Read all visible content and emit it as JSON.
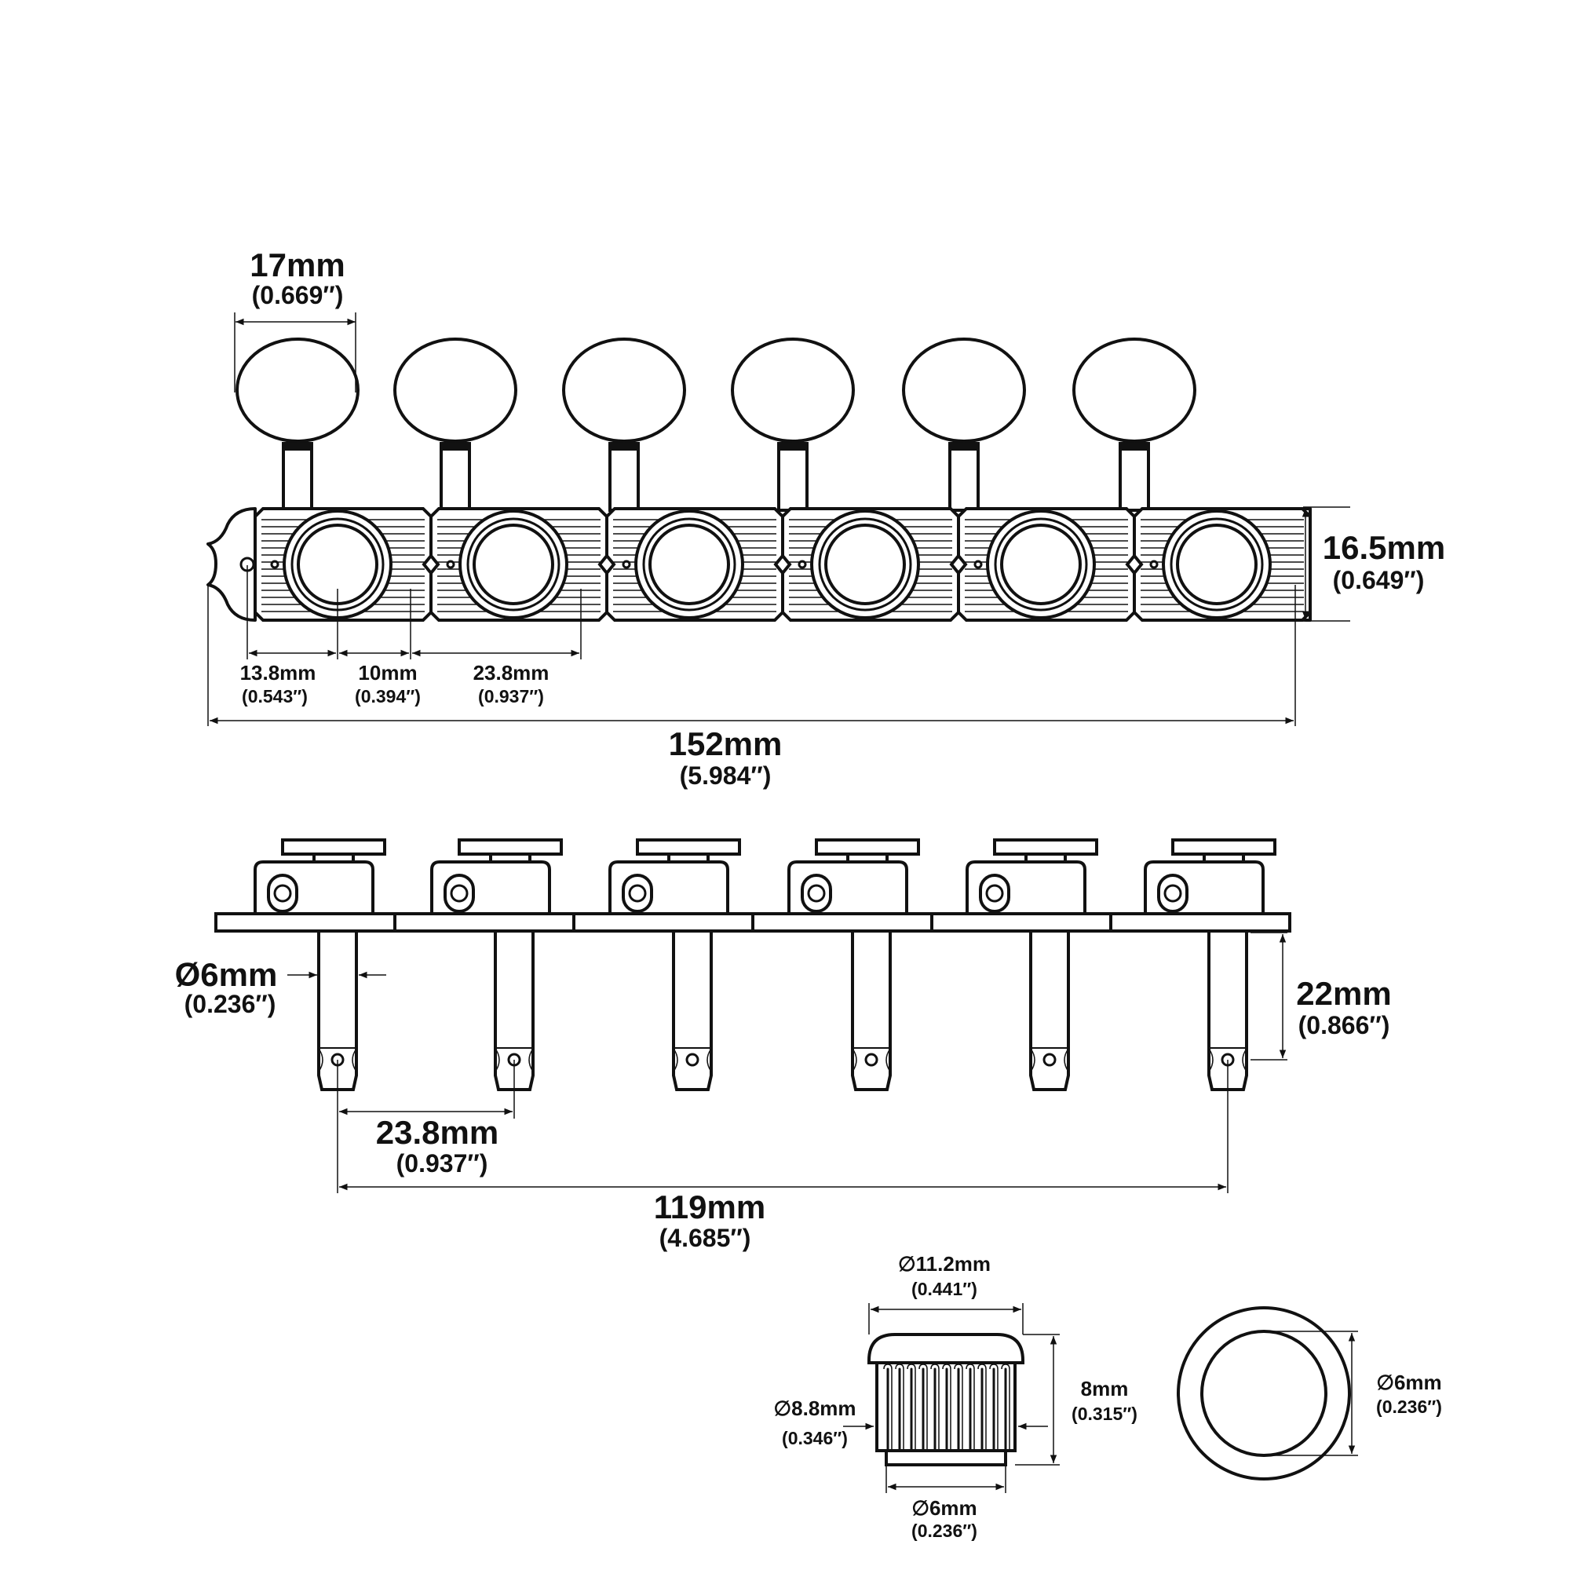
{
  "dimensions": {
    "button_width": {
      "mm": "17mm",
      "inch": "(0.669″)"
    },
    "plate_height": {
      "mm": "16.5mm",
      "inch": "(0.649″)"
    },
    "edge_to_hole": {
      "mm": "13.8mm",
      "inch": "(0.543″)"
    },
    "hole_to_edge": {
      "mm": "10mm",
      "inch": "(0.394″)"
    },
    "segment_spacing": {
      "mm": "23.8mm",
      "inch": "(0.937″)"
    },
    "total_length": {
      "mm": "152mm",
      "inch": "(5.984″)"
    },
    "post_diameter": {
      "mm": "Ø6mm",
      "inch": "(0.236″)"
    },
    "post_length": {
      "mm": "22mm",
      "inch": "(0.866″)"
    },
    "post_spacing": {
      "mm": "23.8mm",
      "inch": "(0.937″)"
    },
    "post_span": {
      "mm": "119mm",
      "inch": "(4.685″)"
    },
    "bushing_top_diameter": {
      "mm": "∅11.2mm",
      "inch": "(0.441″)"
    },
    "bushing_body_diameter": {
      "mm": "∅8.8mm",
      "inch": "(0.346″)"
    },
    "bushing_height": {
      "mm": "8mm",
      "inch": "(0.315″)"
    },
    "bushing_inner_diameter": {
      "mm": "∅6mm",
      "inch": "(0.236″)"
    },
    "bushing_hole_diameter": {
      "mm": "∅6mm",
      "inch": "(0.236″)"
    }
  },
  "colors": {
    "ink": "#111111",
    "paper": "#ffffff"
  }
}
